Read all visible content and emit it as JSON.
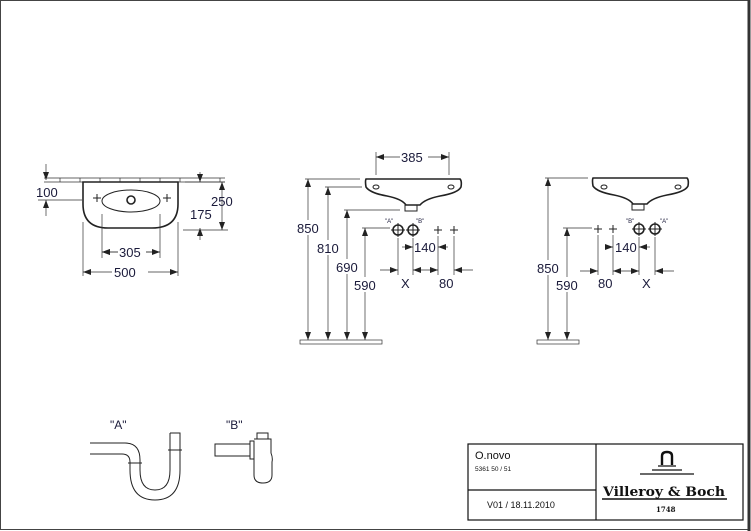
{
  "front_view": {
    "dims": {
      "depth_top": "100",
      "height": "250",
      "height_lower": "175",
      "bowl_width": "305",
      "width": "500"
    }
  },
  "side_view_left": {
    "dims": {
      "hole_spacing": "385",
      "h850": "850",
      "h810": "810",
      "h690": "690",
      "h590": "590",
      "pipe_spacing": "140",
      "x": "X",
      "spacing80": "80"
    },
    "labels": {
      "a": "\"A\"",
      "b": "\"B\""
    }
  },
  "side_view_right": {
    "dims": {
      "h850": "850",
      "h590": "590",
      "pipe_spacing": "140",
      "spacing80": "80",
      "x": "X"
    },
    "labels": {
      "a": "\"A\"",
      "b": "\"B\""
    }
  },
  "traps": {
    "a": "\"A\"",
    "b": "\"B\""
  },
  "title_block": {
    "product": "O.novo",
    "article": "5361 50 / 51",
    "version": "V01 / 18.11.2010",
    "brand": "Villeroy & Boch",
    "year": "1748"
  }
}
